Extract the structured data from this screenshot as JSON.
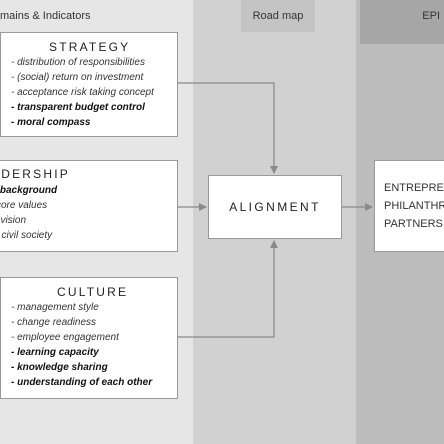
{
  "headers": {
    "domains": "Domains & Indicators",
    "domains_visible": "mains & Indicators",
    "roadmap": "Road map",
    "epi": "EPI"
  },
  "strategy": {
    "title": "STRATEGY",
    "items": [
      {
        "text": "- distribution of responsibilities",
        "bold": false
      },
      {
        "text": "- (social) return on investment",
        "bold": false
      },
      {
        "text": "- acceptance risk taking concept",
        "bold": false
      },
      {
        "text": "- transparent budget control",
        "bold": true
      },
      {
        "text": "- moral compass",
        "bold": true
      }
    ]
  },
  "leadership": {
    "title": "ADERSHIP",
    "items": [
      {
        "text": "d background",
        "bold": true
      },
      {
        "text": "l core values",
        "bold": false
      },
      {
        "text": "& vision",
        "bold": false
      },
      {
        "text": "in civil society",
        "bold": false
      }
    ]
  },
  "culture": {
    "title": "CULTURE",
    "items": [
      {
        "text": "- management style",
        "bold": false
      },
      {
        "text": "- change readiness",
        "bold": false
      },
      {
        "text": "- employee engagement",
        "bold": false
      },
      {
        "text": "- learning capacity",
        "bold": true
      },
      {
        "text": "- knowledge sharing",
        "bold": true
      },
      {
        "text": "- understanding of each other",
        "bold": true
      }
    ]
  },
  "alignment": {
    "label": "ALIGNMENT"
  },
  "partners": {
    "items": [
      "ENTREPREI",
      "PHILANTHR",
      "PARTNERS"
    ]
  },
  "colors": {
    "domains_bg": "#e6e6e6",
    "roadmap_bg": "#d1d1d1",
    "epi_bg": "#bcbcbc",
    "arrow": "#8a8a8a",
    "box_border": "#999999"
  }
}
